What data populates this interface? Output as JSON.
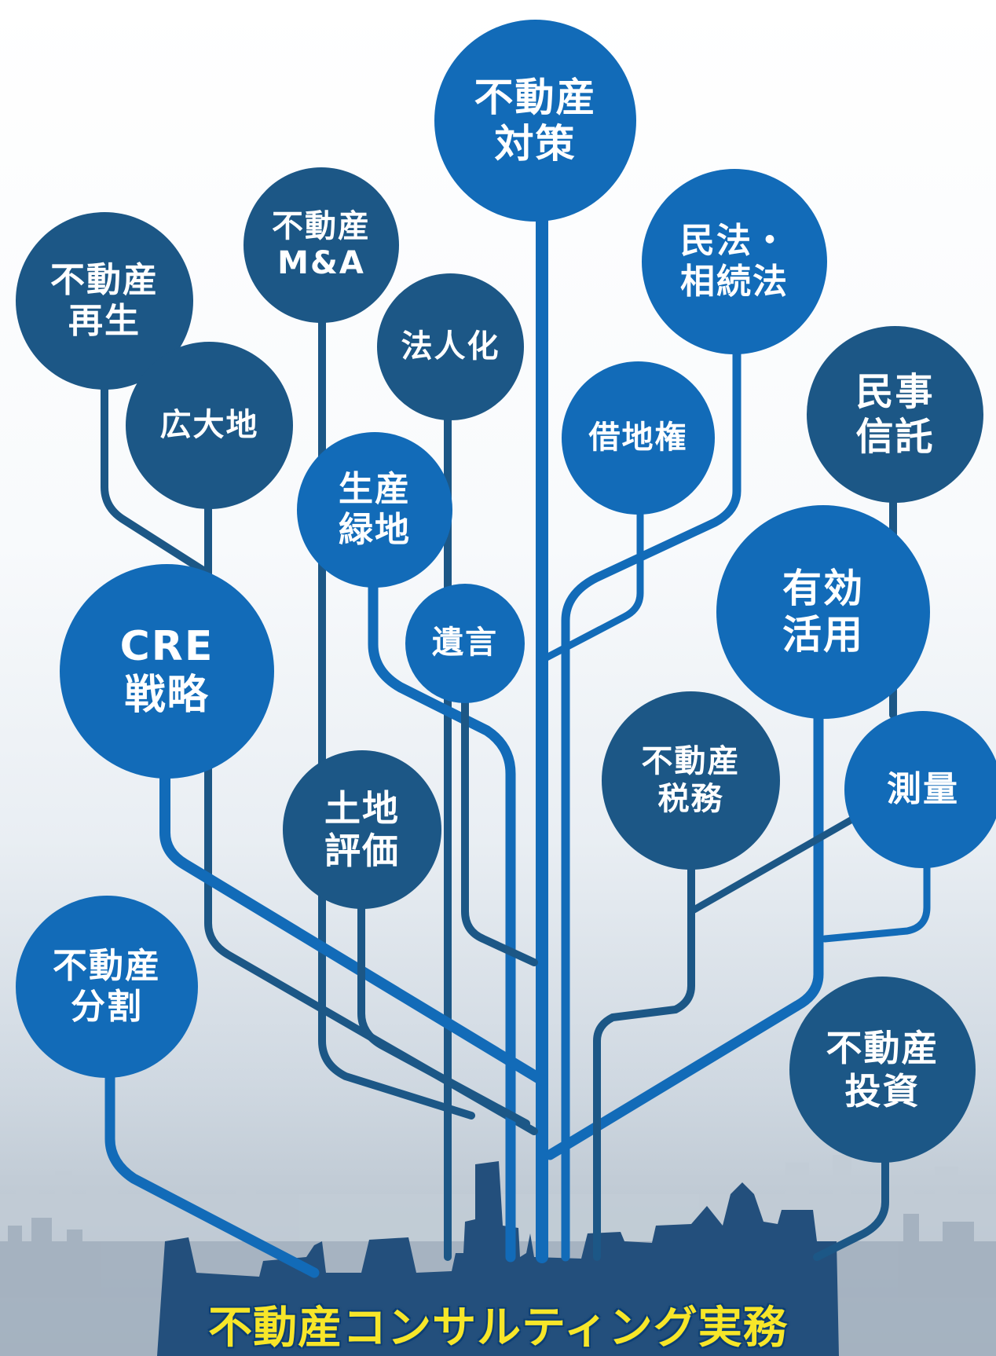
{
  "diagram": {
    "nodes": [
      {
        "id": "fudosan-taisaku",
        "label": "不動産\n対策",
        "tone": "light"
      },
      {
        "id": "fudosan-ma",
        "label": "不動産\nM&A",
        "tone": "dark"
      },
      {
        "id": "minpo-sozokuho",
        "label": "民法・\n相続法",
        "tone": "light"
      },
      {
        "id": "fudosan-saisei",
        "label": "不動産\n再生",
        "tone": "dark"
      },
      {
        "id": "hojinka",
        "label": "法人化",
        "tone": "dark"
      },
      {
        "id": "minji-shintaku",
        "label": "民事\n信託",
        "tone": "dark"
      },
      {
        "id": "kodaichi",
        "label": "広大地",
        "tone": "dark"
      },
      {
        "id": "shakuchiken",
        "label": "借地権",
        "tone": "light"
      },
      {
        "id": "seisan-ryokuchi",
        "label": "生産\n緑地",
        "tone": "light"
      },
      {
        "id": "yuko-katsuyo",
        "label": "有効\n活用",
        "tone": "light"
      },
      {
        "id": "cre-senryaku",
        "label": "CRE\n戦略",
        "tone": "light"
      },
      {
        "id": "yuigon",
        "label": "遺言",
        "tone": "light"
      },
      {
        "id": "fudosan-zeimu",
        "label": "不動産\n税務",
        "tone": "dark"
      },
      {
        "id": "sokuryo",
        "label": "測量",
        "tone": "light"
      },
      {
        "id": "tochi-hyoka",
        "label": "土地\n評価",
        "tone": "dark"
      },
      {
        "id": "fudosan-bunkatsu",
        "label": "不動産\n分割",
        "tone": "light"
      },
      {
        "id": "fudosan-toshi",
        "label": "不動産\n投資",
        "tone": "dark"
      }
    ],
    "colors": {
      "dark_node": "#1c5786",
      "light_node": "#126bb8",
      "banner_text": "#f7e629",
      "skyline": "#234f7c"
    },
    "banner": "不動産コンサルティング実務"
  }
}
